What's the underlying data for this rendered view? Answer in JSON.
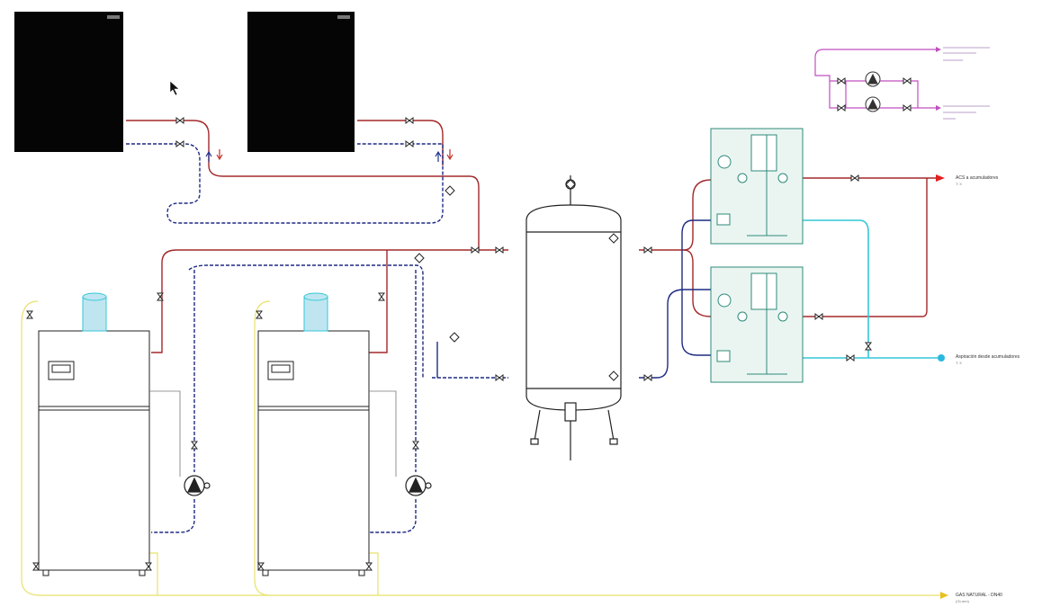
{
  "labels": {
    "acs_out": "ACS a acumuladores",
    "acs_out_sub": "T: X",
    "return_in": "Aspiración desde acumuladores",
    "return_in_sub": "T: X",
    "gas": "GAS NATURAL - DN40",
    "gas_sub": "(Gt-mm)"
  },
  "colors": {
    "hot_supply": "#a3282a",
    "cold_return": "#1e2a82",
    "dhw_cold": "#34c7d8",
    "gas": "#e8e26a",
    "legend_pink": "#c04fc0",
    "module_frame": "#2e8a7a",
    "module_fill": "#eaf5f2",
    "equipment": "#222222",
    "arrow_red": "#e02020",
    "arrow_cyan": "#2ab8e0",
    "arrow_yellow": "#e8c020"
  }
}
